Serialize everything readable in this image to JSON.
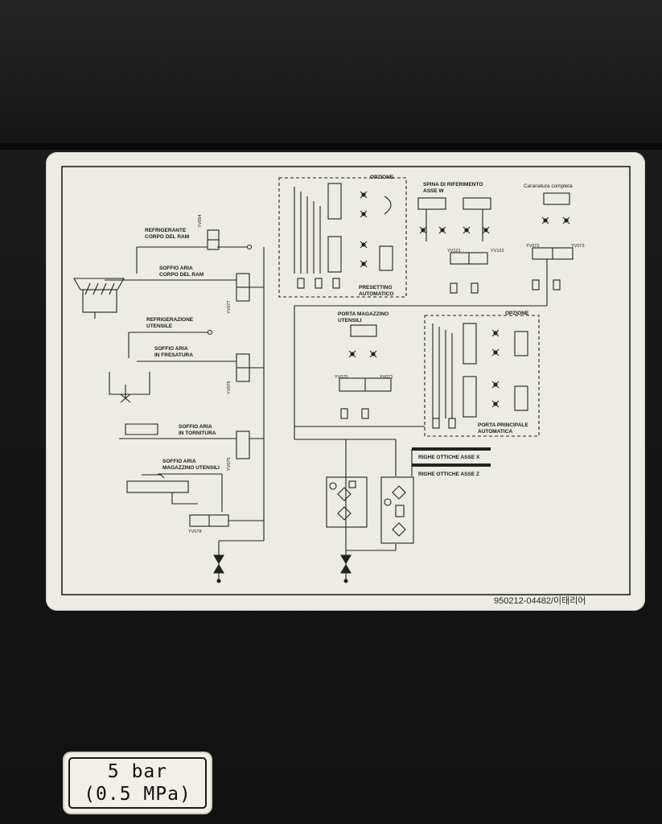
{
  "labels": {
    "refrigerante_corpo": [
      "REFRIGERANTE",
      "CORPO DEL RAM"
    ],
    "soffio_corpo": [
      "SOFFIO ARIA",
      "CORPO DEL RAM"
    ],
    "refrigerazione_utensile": [
      "REFRIGERAZIONE",
      "UTENSILE"
    ],
    "soffio_fresatura": [
      "SOFFIO ARIA",
      "IN FRESATURA"
    ],
    "soffio_tornitura": [
      "SOFFIO ARIA",
      "IN TORNITURA"
    ],
    "soffio_magazzino": [
      "SOFFIO ARIA",
      "MAGAZZINO UTENSILI"
    ],
    "opzione_1": "OPZIONE",
    "opzione_2": "OPZIONE",
    "presetting": [
      "PRESETTING",
      "AUTOMATICO"
    ],
    "spina": [
      "SPINA DI RIFERIMENTO",
      "ASSE W"
    ],
    "caranatura": "Caranatura completa",
    "porta_magazzino": [
      "PORTA MAGAZZINO",
      "UTENSILI"
    ],
    "porta_principale": [
      "PORTA PRINCIPALE",
      "AUTOMATICA"
    ],
    "righe_x": "RIGHE OTTICHE ASSE X",
    "righe_z": "RIGHE OTTICHE ASSE Z",
    "part_number": "950212-04482/이태리어"
  },
  "valve_codes": {
    "yv054": "YV054",
    "yv077": "YV077",
    "yv076": "YV076",
    "yv075": "YV075",
    "yv078": "YV078",
    "yv070": "YV070",
    "yv071": "YV071",
    "yv121": "YV121",
    "yv122": "YV122",
    "yv072": "YV072",
    "yv073": "YV073"
  },
  "badge": {
    "line1": "5 bar",
    "line2": "(0.5 MPa)"
  }
}
